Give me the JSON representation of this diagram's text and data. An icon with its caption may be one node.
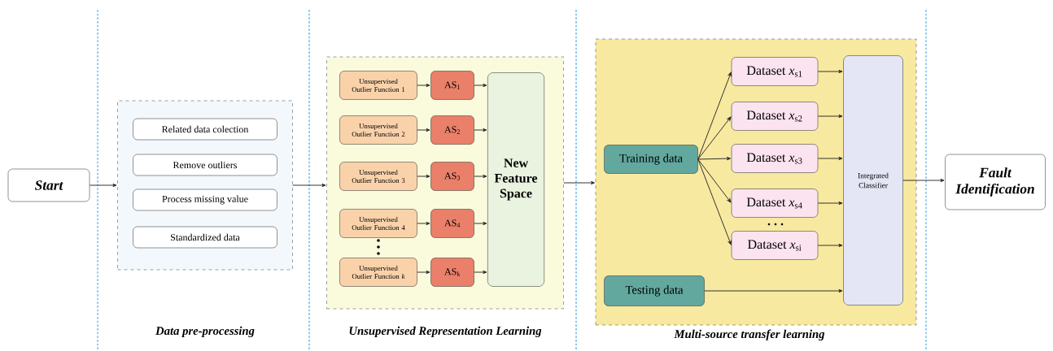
{
  "diagram": {
    "nodes": [
      {
        "text": [
          "Start"
        ]
      },
      {
        "text": [],
        "shape": "box"
      },
      {
        "text": [
          "Related data colection"
        ],
        "in": 1
      },
      {
        "text": [
          "Remove outliers"
        ],
        "in": 1
      },
      {
        "text": [
          "Process missing value"
        ],
        "in": 1
      },
      {
        "text": [
          "Standardized data"
        ],
        "in": 1
      },
      {
        "text": [],
        "shape": "box"
      },
      {
        "text": [
          "Unsupervised Outlier Function 1"
        ],
        "in": 6
      },
      {
        "text": [
          "AS$_{1}$"
        ],
        "in": 6
      },
      {
        "text": [
          "Unsupervised Outlier Function 2"
        ],
        "in": 6
      },
      {
        "text": [
          "AS$_{2}$"
        ],
        "in": 6
      },
      {
        "text": [
          "Unsupervised Outlier Function 3"
        ],
        "in": 6
      },
      {
        "text": [
          "AS$_{3}$"
        ],
        "in": 6
      },
      {
        "text": [
          "Unsupervised Outlier Function 4"
        ],
        "in": 6
      },
      {
        "text": [
          "AS$_{4}$"
        ],
        "in": 6
      },
      {
        "text": [
          "Unsupervised Outlier Function *k*"
        ],
        "in": 6
      },
      {
        "text": [
          "AS$_{k}$"
        ],
        "in": 6
      },
      {
        "text": [
          "New Feature Space"
        ],
        "in": 6
      },
      {
        "text": [],
        "shape": "box"
      },
      {
        "text": [
          "Training data"
        ],
        "in": 18
      },
      {
        "text": [
          "Dataset *x*$_{s1}$"
        ],
        "in": 18
      },
      {
        "text": [
          "Dataset *x*$_{s2}$"
        ],
        "in": 18
      },
      {
        "text": [
          "Dataset *x*$_{s3}$"
        ],
        "in": 18
      },
      {
        "text": [
          "Dataset *x*$_{s4}$"
        ],
        "in": 18
      },
      {
        "text": [
          "Dataset *x*$_{si}$"
        ],
        "in": 18
      },
      {
        "text": [
          "Testing data"
        ],
        "in": 18
      },
      {
        "text": [
          "Integrated Classifier"
        ],
        "in": 18
      },
      {
        "text": [
          "Fault Identification"
        ]
      }
    ],
    "edges": [
      {
        "from": 0,
        "to": 1,
        "arrow": "to"
      },
      {
        "from": 1,
        "to": 6,
        "arrow": "to"
      },
      {
        "from": 7,
        "to": 8,
        "arrow": "to"
      },
      {
        "from": 9,
        "to": 10,
        "arrow": "to"
      },
      {
        "from": 11,
        "to": 12,
        "arrow": "to"
      },
      {
        "from": 13,
        "to": 14,
        "arrow": "to"
      },
      {
        "from": 15,
        "to": 16,
        "arrow": "to"
      },
      {
        "from": 8,
        "to": 17,
        "arrow": "to"
      },
      {
        "from": 10,
        "to": 17,
        "arrow": "to"
      },
      {
        "from": 12,
        "to": 17,
        "arrow": "to"
      },
      {
        "from": 14,
        "to": 17,
        "arrow": "to"
      },
      {
        "from": 16,
        "to": 17,
        "arrow": "to"
      },
      {
        "from": 6,
        "to": 18,
        "arrow": "to"
      },
      {
        "from": 19,
        "to": 20,
        "arrow": "to"
      },
      {
        "from": 19,
        "to": 21,
        "arrow": "to"
      },
      {
        "from": 19,
        "to": 22,
        "arrow": "to"
      },
      {
        "from": 19,
        "to": 23,
        "arrow": "to"
      },
      {
        "from": 19,
        "to": 24,
        "arrow": "to"
      },
      {
        "from": 20,
        "to": 26,
        "arrow": "to"
      },
      {
        "from": 21,
        "to": 26,
        "arrow": "to"
      },
      {
        "from": 22,
        "to": 26,
        "arrow": "to"
      },
      {
        "from": 23,
        "to": 26,
        "arrow": "to"
      },
      {
        "from": 24,
        "to": 26,
        "arrow": "to"
      },
      {
        "from": 25,
        "to": 26,
        "arrow": "to"
      },
      {
        "from": 26,
        "to": 27,
        "arrow": "to"
      }
    ],
    "labels": [
      "Data pre-processing",
      "Unsupervised Representation Learning",
      "Multi-source transfer learning"
    ]
  }
}
